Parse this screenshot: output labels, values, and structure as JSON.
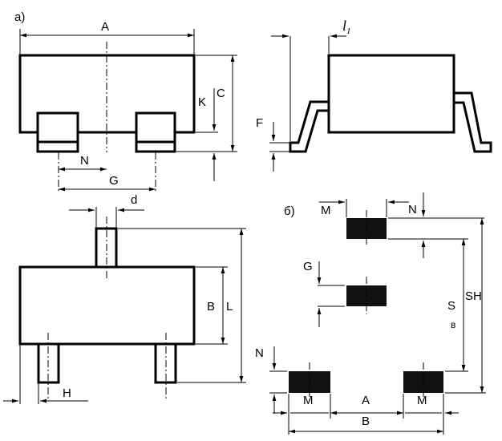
{
  "figure": {
    "part_a_label": "а)",
    "part_b_label": "б)",
    "labels": {
      "A": "A",
      "C": "C",
      "K": "K",
      "N": "N",
      "G": "G",
      "l1": "l",
      "l1_sub": "1",
      "F": "F",
      "d": "d",
      "B": "B",
      "L": "L",
      "H": "H",
      "M": "M",
      "S": "S",
      "S_sub": "в",
      "SH": "SH"
    }
  }
}
